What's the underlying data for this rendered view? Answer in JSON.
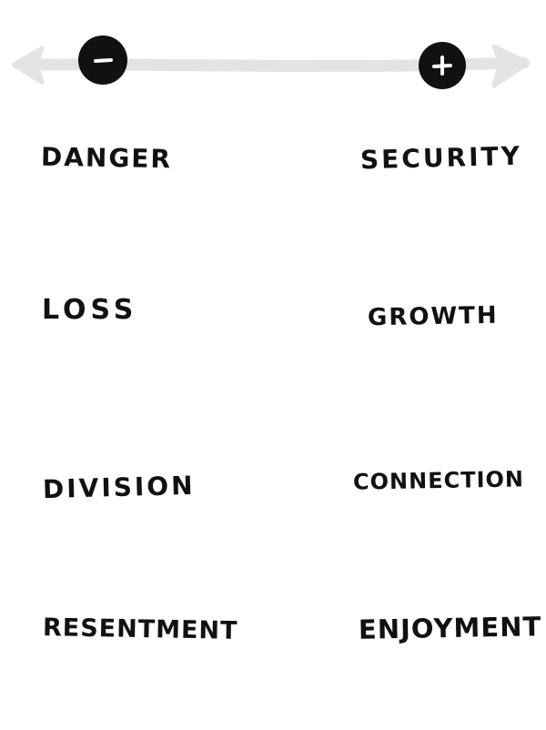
{
  "axis": {
    "negative_symbol": "−",
    "positive_symbol": "+",
    "line_color": "#e3e4e2",
    "marker_color": "#111111"
  },
  "negative_words": [
    "DANGER",
    "LOSS",
    "DIVISION",
    "RESENTMENT"
  ],
  "positive_words": [
    "SECURITY",
    "GROWTH",
    "CONNECTION",
    "ENJOYMENT"
  ]
}
